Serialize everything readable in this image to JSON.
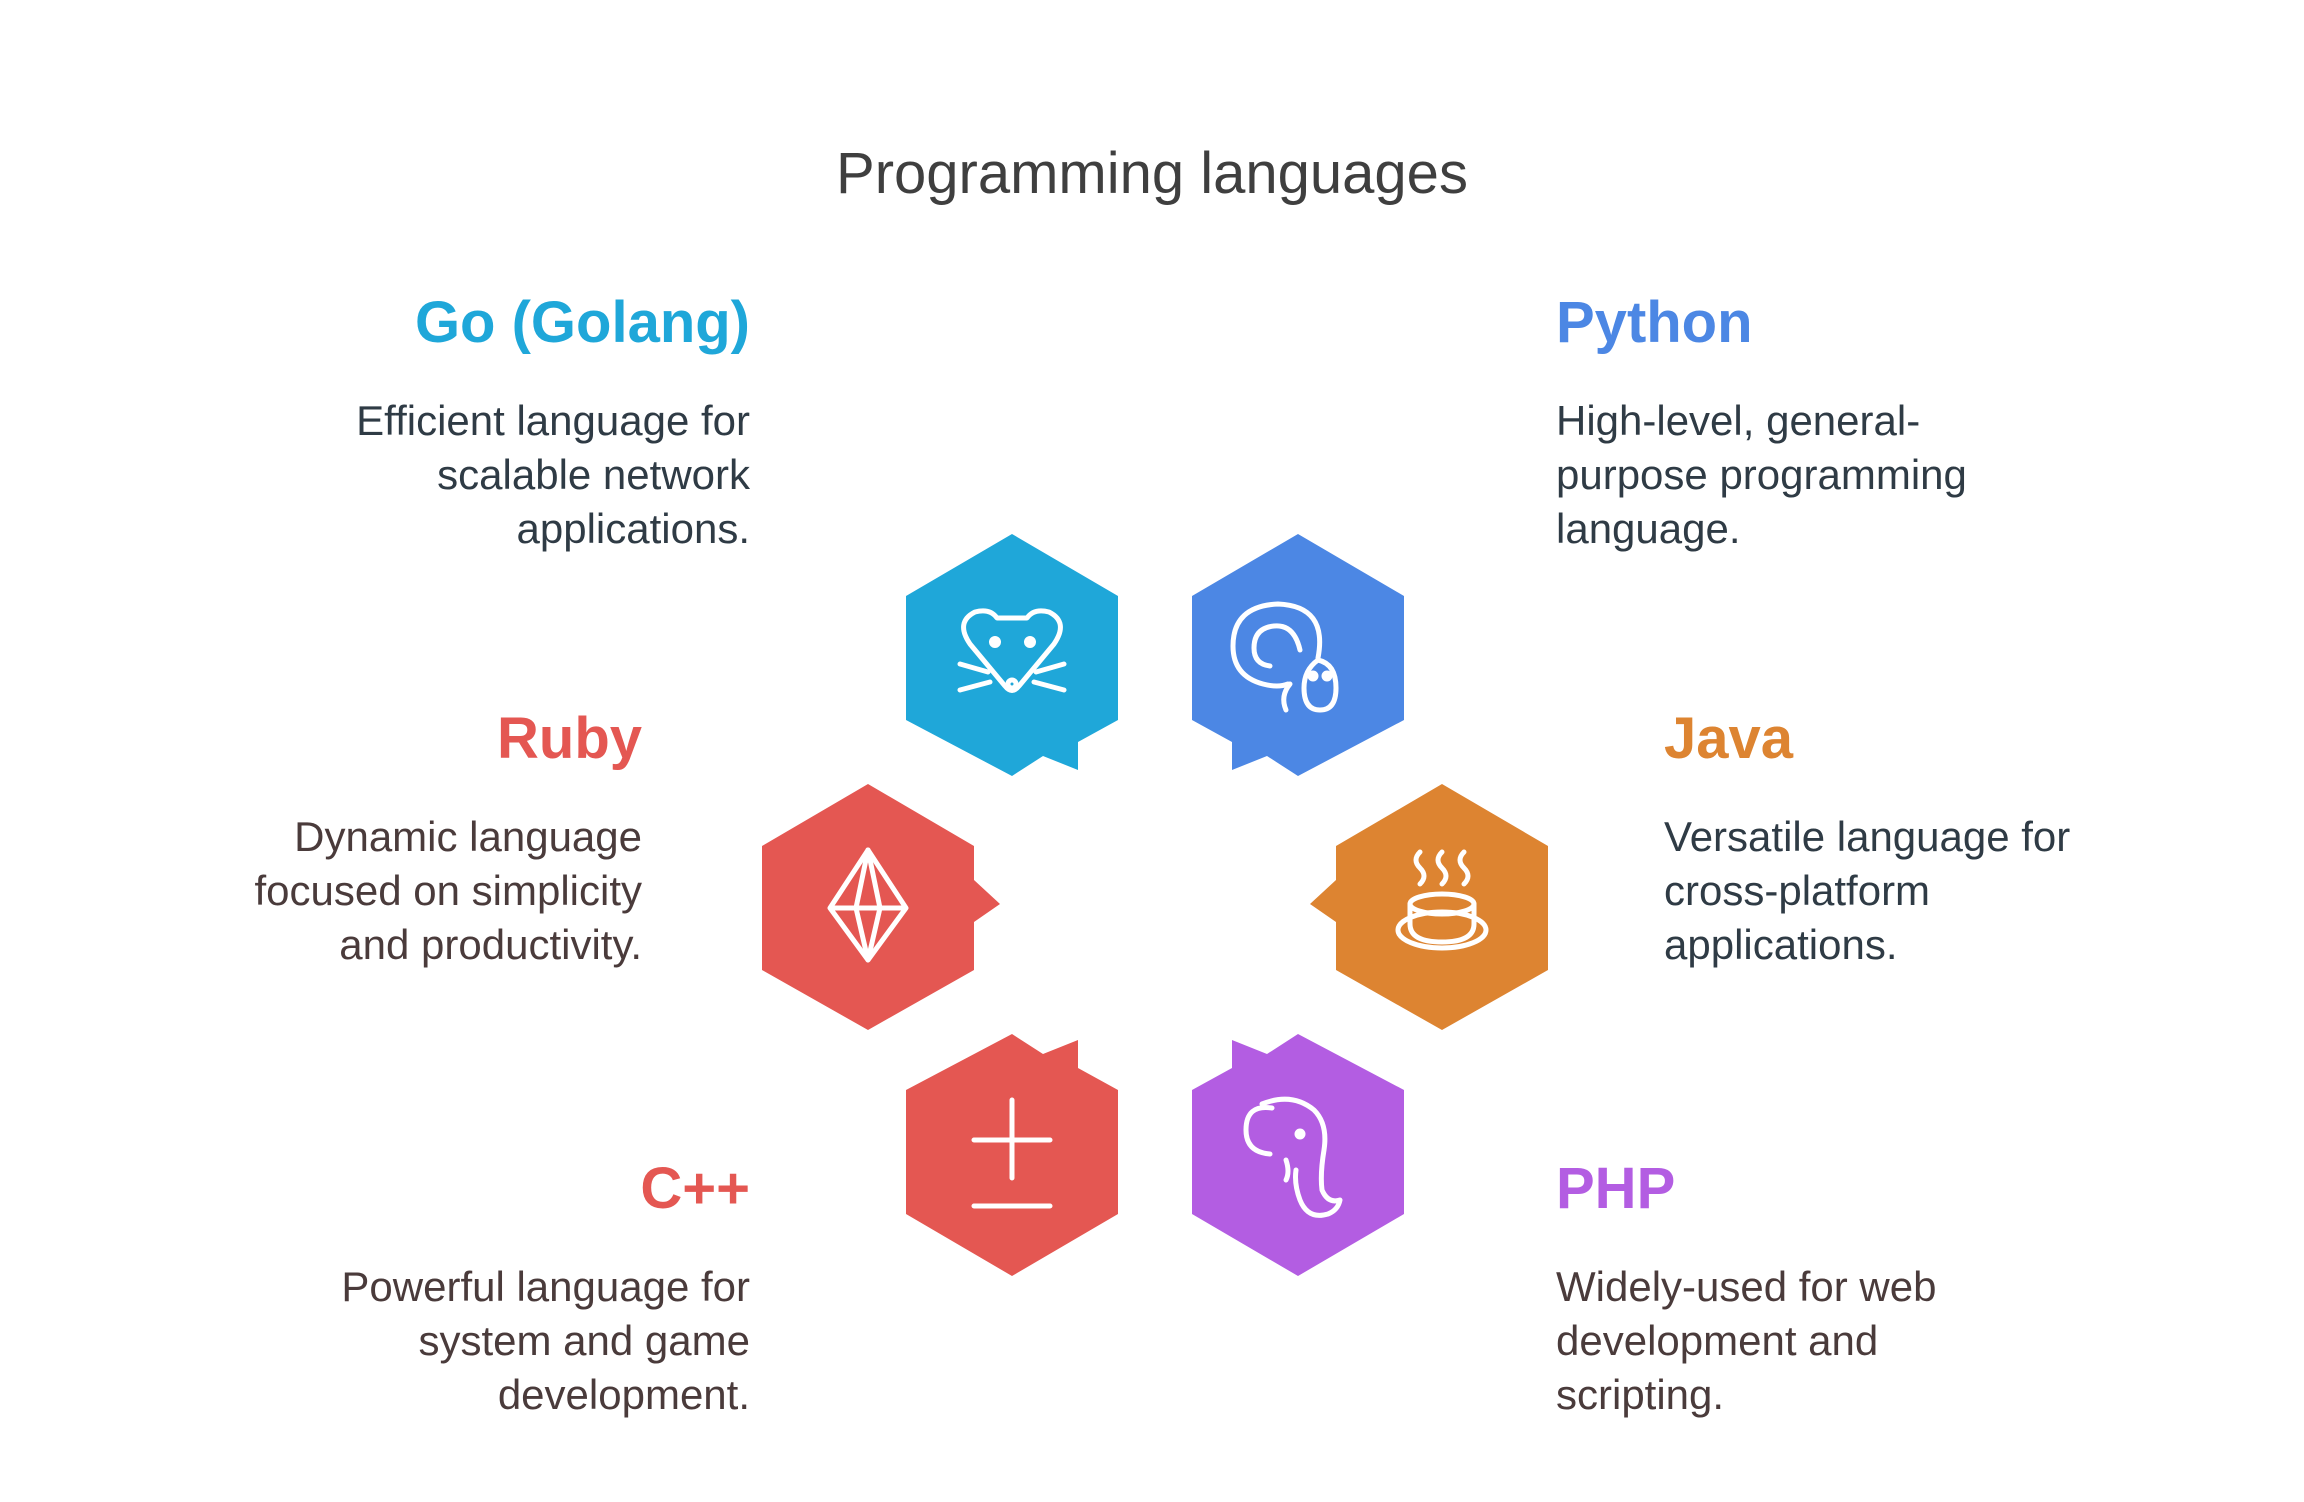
{
  "title": "Programming languages",
  "colors": {
    "go": "#1FA7D9",
    "python": "#4C87E4",
    "ruby": "#E45752",
    "java": "#DD8431",
    "cpp": "#E45752",
    "php": "#B35DE2"
  },
  "items": {
    "go": {
      "name": "Go (Golang)",
      "description": "Efficient language for scalable network applications.",
      "icon": "gopher-icon"
    },
    "python": {
      "name": "Python",
      "description": "High-level, general-purpose programming language.",
      "icon": "snake-icon"
    },
    "ruby": {
      "name": "Ruby",
      "description": "Dynamic language focused on simplicity and productivity.",
      "icon": "gem-icon"
    },
    "java": {
      "name": "Java",
      "description": "Versatile language for cross-platform applications.",
      "icon": "coffee-cup-icon"
    },
    "cpp": {
      "name": "C++",
      "description": "Powerful language for system and game development.",
      "icon": "plus-minus-icon"
    },
    "php": {
      "name": "PHP",
      "description": "Widely-used for web development and scripting.",
      "icon": "elephant-icon"
    }
  }
}
